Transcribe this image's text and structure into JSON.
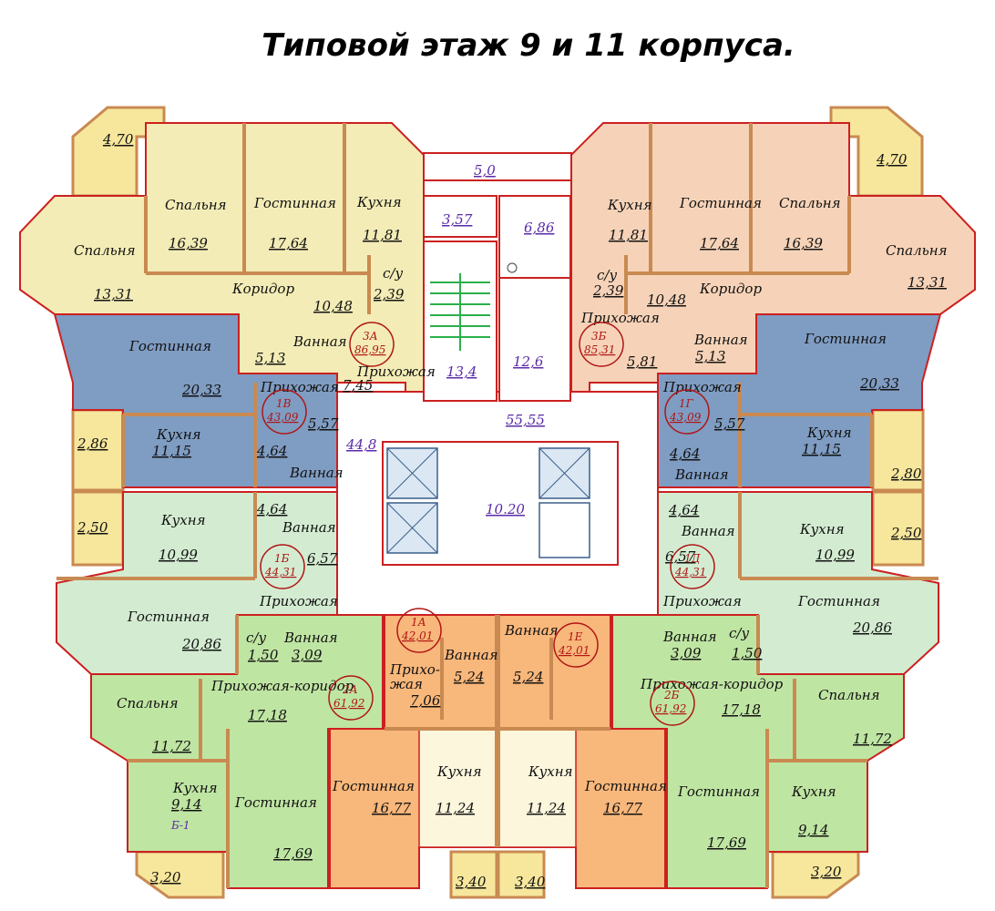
{
  "title": "Типовой этаж 9 и 11 корпуса.",
  "colors": {
    "apt_3A": "#f3ecb6",
    "apt_3B": "#f6d3b8",
    "apt_1V_1G": "#7f9cc2",
    "apt_1B_1D": "#d3ecd1",
    "apt_2A_2B": "#bfe5a3",
    "apt_1A_1E": "#f8b77b",
    "balcony": "#f6e79c",
    "wall": "#cc2020",
    "outer_wall": "#c98a52"
  },
  "rooms": {
    "r1": {
      "name": "Спальня",
      "area": "16,39"
    },
    "r2": {
      "name": "Гостинная",
      "area": "17,64"
    },
    "r3": {
      "name": "Кухня",
      "area": "11,81"
    },
    "r4": {
      "name": "Спальня",
      "area": "13,31"
    },
    "r5": {
      "name": "Коридор",
      "area": "10,48"
    },
    "r6": {
      "name": "с/у",
      "area": "2,39"
    },
    "r7": {
      "name": "Гостинная",
      "area": "20,33"
    },
    "r8": {
      "name": "Ванная",
      "area": "5,13"
    },
    "r9": {
      "name": "Прихожая",
      "area": "7,45"
    },
    "r10": {
      "name": "Прихожая",
      "area": "5,57"
    },
    "r11": {
      "name": "Кухня",
      "area": "11,15"
    },
    "r12": {
      "name": "Ванная",
      "area": "4,64"
    },
    "r13": {
      "name": "Ванная",
      "area": "4,64"
    },
    "r14": {
      "name": "Кухня",
      "area": "10,99"
    },
    "r15": {
      "name": "Прихожая",
      "area": "6,57"
    },
    "r16": {
      "name": "Гостинная",
      "area": "20,86"
    },
    "r17": {
      "name": "с/у",
      "area": "1,50"
    },
    "r18": {
      "name": "Ванная",
      "area": "3,09"
    },
    "r19": {
      "name": "Прихожая-коридор",
      "area": "17,18"
    },
    "r20": {
      "name": "Спальня",
      "area": "11,72"
    },
    "r21": {
      "name": "Кухня",
      "area": "9,14"
    },
    "r22": {
      "name": "Гостинная",
      "area": "17,69"
    },
    "r23": {
      "name": "Гостинная",
      "area": "16,77"
    },
    "r24": {
      "name": "Кухня",
      "area": "11,24"
    },
    "r25_l1": "Прихо-",
    "r25_l2": "жая",
    "r25_area": "7,06",
    "r26": {
      "name": "Ванная",
      "area": "5,24"
    },
    "l1": {
      "name": "Кухня",
      "area": "11,81"
    },
    "l2": {
      "name": "Гостинная",
      "area": "17,64"
    },
    "l3": {
      "name": "Спальня",
      "area": "16,39"
    },
    "l4": {
      "name": "Спальня",
      "area": "13,31"
    },
    "l5": {
      "name": "Коридор",
      "area": "10,48"
    },
    "l6": {
      "name": "с/у",
      "area": "2,39"
    },
    "l7": {
      "name": "Прихожая",
      "area": "5,81"
    },
    "l8": {
      "name": "Ванная",
      "area": "5,13"
    },
    "l9": {
      "name": "Гостинная",
      "area": "20,33"
    },
    "l10": {
      "name": "Прихожая",
      "area": "5,57"
    },
    "l11": {
      "name": "Кухня",
      "area": "11,15"
    },
    "l12": {
      "name": "Ванная",
      "area": "4,64"
    },
    "l13": {
      "name": "Ванная",
      "area": "4,64"
    },
    "l14": {
      "name": "Кухня",
      "area": "10,99"
    },
    "l15": {
      "name": "Прихожая",
      "area": "6,57"
    },
    "l16": {
      "name": "Гостинная",
      "area": "20,86"
    },
    "l17": {
      "name": "Ванная",
      "area": "3,09"
    },
    "l18": {
      "name": "с/у",
      "area": "1,50"
    },
    "l19": {
      "name": "Прихожая-коридор",
      "area": "17,18"
    },
    "l20": {
      "name": "Спальня",
      "area": "11,72"
    },
    "l21": {
      "name": "Кухня",
      "area": "9,14"
    },
    "l22": {
      "name": "Гостинная",
      "area": "17,69"
    },
    "l23": {
      "name": "Гостинная",
      "area": "16,77"
    },
    "l24": {
      "name": "Кухня",
      "area": "11,24"
    },
    "l25": {
      "name": "Ванная",
      "area": "5,24"
    },
    "ban": "Ванная"
  },
  "balconies": [
    "4,70",
    "4,70",
    "2,86",
    "2,80",
    "2,50",
    "2,50",
    "3,20",
    "3,20",
    "3,40",
    "3,40"
  ],
  "core": {
    "a1": "5,0",
    "a2": "3,57",
    "a3": "6,86",
    "a4": "13,4",
    "a5": "12,6",
    "a6": "55,55",
    "a7": "44,8",
    "a8": "10.20"
  },
  "apartments": {
    "a3A": {
      "code": "3А",
      "area": "86,95"
    },
    "a3B": {
      "code": "3Б",
      "area": "85,31"
    },
    "a1V": {
      "code": "1В",
      "area": "43,09"
    },
    "a1G": {
      "code": "1Г",
      "area": "43,09"
    },
    "a1B": {
      "code": "1Б",
      "area": "44,31"
    },
    "a1D": {
      "code": "1Д",
      "area": "44,31"
    },
    "a1A": {
      "code": "1А",
      "area": "42,01"
    },
    "a1E": {
      "code": "1Е",
      "area": "42,01"
    },
    "a2A": {
      "code": "2А",
      "area": "61,92"
    },
    "a2B": {
      "code": "2Б",
      "area": "61,92"
    }
  },
  "marks": {
    "b1": "Б-1"
  }
}
